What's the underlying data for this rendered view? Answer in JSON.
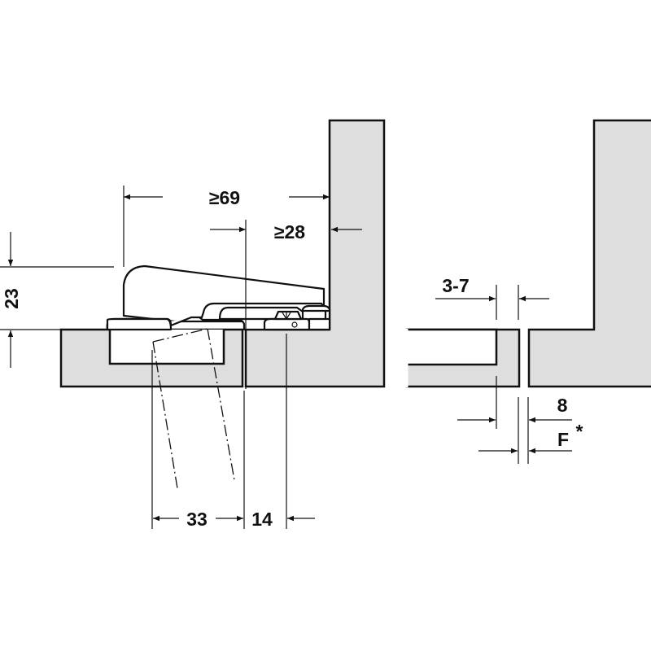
{
  "diagram": {
    "dimensions": {
      "min_depth": "≥69",
      "min_side": "≥28",
      "height": "23",
      "cup_width": "33",
      "offset": "14",
      "gap": "3-7",
      "overlay": "8",
      "f_label": "F",
      "f_note": "*"
    },
    "colors": {
      "panel": "#dedede",
      "line": "#111111"
    }
  }
}
